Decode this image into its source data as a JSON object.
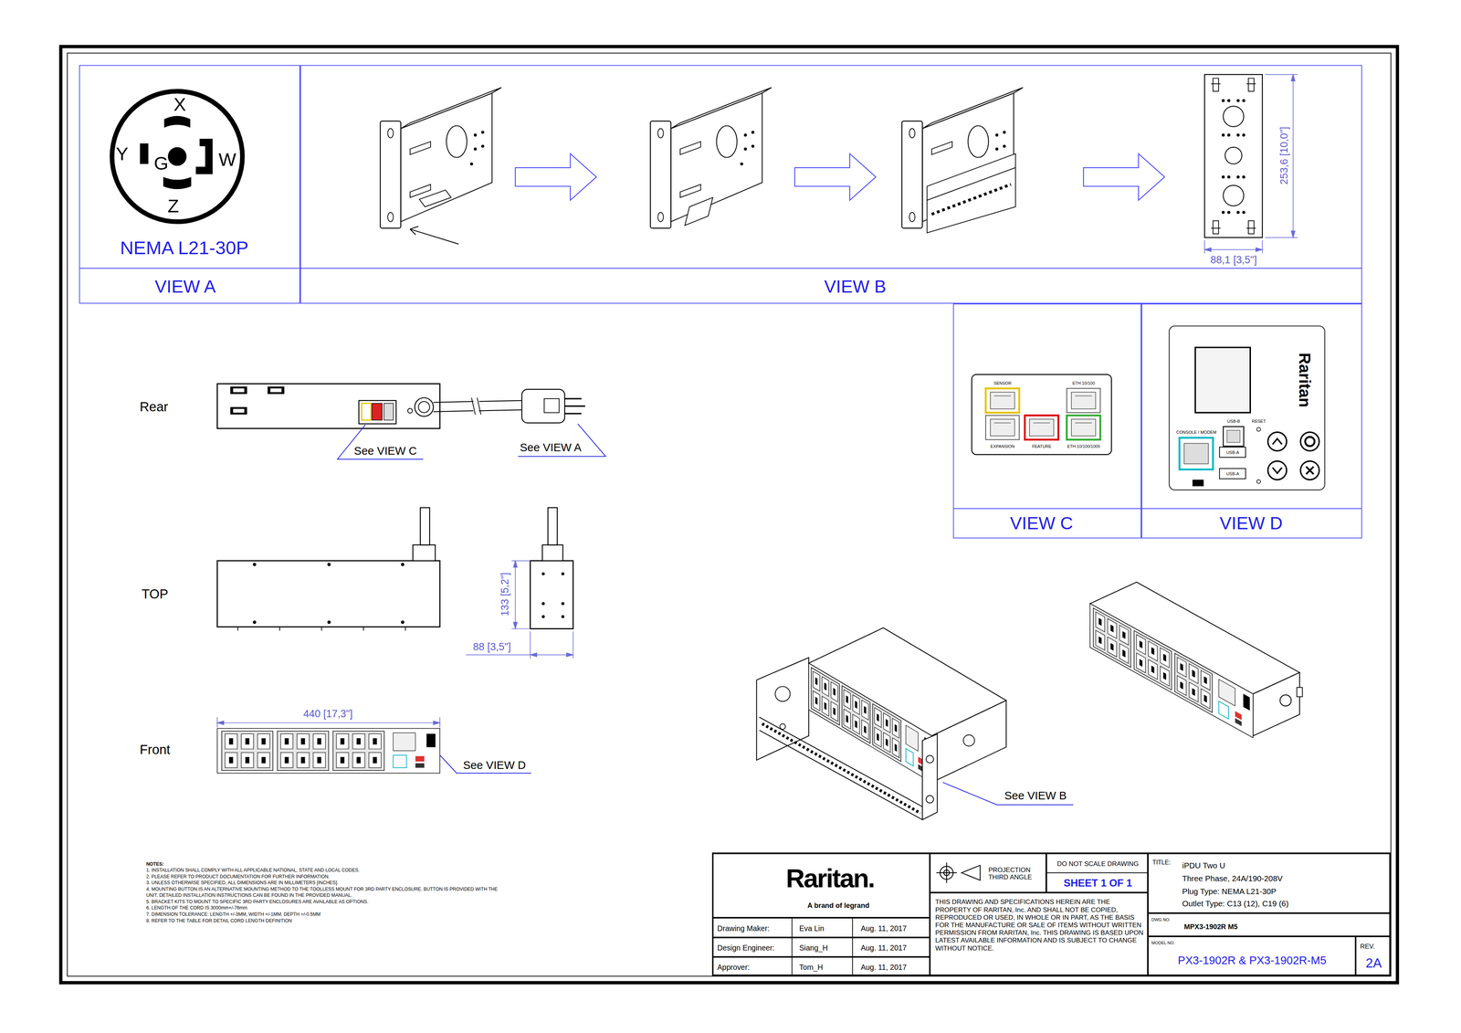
{
  "diagram": {
    "nodes": [
      {
        "text": [
          "NEMA L21-30P",
          "VIEW A"
        ]
      },
      {
        "text": [
          "VIEW B"
        ]
      },
      {
        "text": [
          "VIEW C"
        ]
      },
      {
        "text": [
          "VIEW D"
        ]
      },
      {
        "text": [
          "Raritan.",
          "A brand of legrand"
        ]
      },
      {
        "text": [
          "Drawing Maker:",
          "Eva Lin",
          "Aug. 11, 2017"
        ]
      },
      {
        "text": [
          "Design Engineer:",
          "Siang_H",
          "Aug. 11, 2017"
        ]
      },
      {
        "text": [
          "Approver:",
          "Tom_H",
          "Aug. 11, 2017"
        ]
      },
      {
        "text": [
          "PROJECTION THIRD ANGLE"
        ]
      },
      {
        "text": [
          "DO NOT SCALE DRAWING",
          "SHEET 1 OF 1"
        ]
      },
      {
        "text": [
          "THIS DRAWING AND SPECIFICATIONS HEREIN ARE THE PROPERTY OF RARITAN, Inc. AND SHALL NOT BE COPIED, REPRODUCED OR USED, IN WHOLE OR IN PART, AS THE BASIS FOR THE MANUFACTURE OR SALE OF ITEMS WITHOUT WRITTEN PERMISSION FROM RARITAN, Inc. THIS DRAWING IS BASED UPON LATEST AVAILABLE INFORMATION AND IS SUBJECT TO CHANGE WITHOUT NOTICE."
        ]
      },
      {
        "text": [
          "TITLE:",
          "iPDU Two U",
          "Three Phase, 24A/190-208V",
          "Plug Type: NEMA L21-30P",
          "Outlet Type: C13 (12), C19 (6)"
        ]
      },
      {
        "text": [
          "DWG NO.",
          "MPX3-1902R M5"
        ]
      },
      {
        "text": [
          "MODEL NO.",
          "PX3-1902R & PX3-1902R-M5"
        ]
      },
      {
        "text": [
          "REV.",
          "2A"
        ]
      }
    ],
    "labels": [
      "X",
      "Y",
      "G",
      "W",
      "Z",
      "88,1 [3,5\"]",
      "253,6 [10,0\"]",
      "Rear",
      "See VIEW C",
      "See VIEW A",
      "TOP",
      "133 [5,2\"]",
      "88 [3,5\"]",
      "Front",
      "440 [17,3\"]",
      "See VIEW D",
      "See VIEW B",
      "SENSOR",
      "ETH 10/100",
      "EXPANSION",
      "FEATURE",
      "ETH 10/100/1000",
      "Raritan",
      "USB-B",
      "RESET",
      "CONSOLE / MODEM",
      "USB-A",
      "USB-A",
      "NOTES:",
      "1. INSTALLATION SHALL COMPLY WITH ALL APPLICABLE NATIONAL, STATE AND LOCAL CODES.",
      "2. PLEASE REFER TO PRODUCT DOCUMENTATION FOR FURTHER INFORMATION.",
      "3. UNLESS OTHERWISE SPECIFIED, ALL DIMENSIONS ARE IN MILLIMETERS [INCHES].",
      "4. MOUNTING BUTTON IS AN ALTERNATIVE MOUNTING METHOD TO THE TOOLLESS MOUNT FOR 3RD PARTY ENCLOSURE. BUTTON IS PROVIDED WITH THE UNIT. DETAILED INSTALLATION INSTRUCTIONS CAN BE FOUND IN THE PROVIDED MANUAL.",
      "5. BRACKET KITS TO MOUNT TO SPECIFIC 3RD PARTY ENCLOSURES ARE AVAILABLE AS OPTIONS.",
      "6. LENGTH OF THE CORD IS 3000mm+/-76mm",
      "7. DIMENSION TOLERANCE: LENGTH +/-3MM, WIDTH +/-1MM, DEPTH +/-0.5MM",
      "8. REFER TO THE TABLE FOR DETAIL CORD LENGTH DEFINITION"
    ]
  }
}
